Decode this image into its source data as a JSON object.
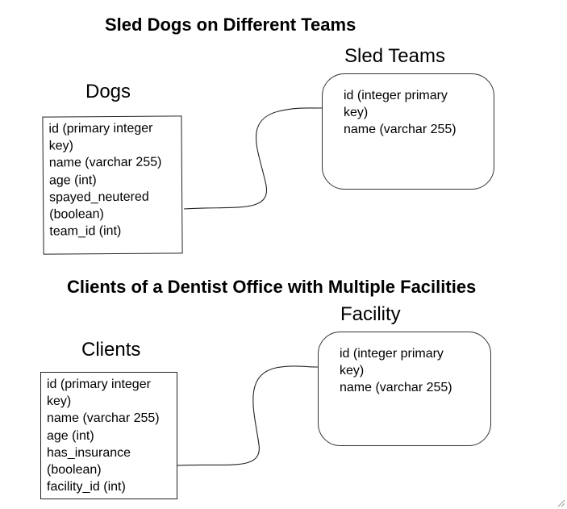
{
  "diagrams": [
    {
      "title": "Sled Dogs on Different Teams",
      "left_entity": {
        "name": "Dogs",
        "fields": [
          "id  (primary integer",
          "key)",
          "name (varchar 255)",
          "age (int)",
          "spayed_neutered",
          "(boolean)",
          "team_id (int)"
        ]
      },
      "right_entity": {
        "name": "Sled Teams",
        "fields": [
          "id (integer primary",
          "key)",
          "name (varchar 255)"
        ]
      }
    },
    {
      "title": "Clients of a Dentist Office with Multiple Facilities",
      "left_entity": {
        "name": "Clients",
        "fields": [
          "id  (primary integer",
          "key)",
          "name (varchar 255)",
          "age (int)",
          "has_insurance",
          "(boolean)",
          "facility_id (int)"
        ]
      },
      "right_entity": {
        "name": "Facility",
        "fields": [
          "id (integer primary",
          "key)",
          "name (varchar 255)"
        ]
      }
    }
  ],
  "colors": {
    "line": "#222222",
    "background": "#ffffff",
    "text": "#000000"
  }
}
